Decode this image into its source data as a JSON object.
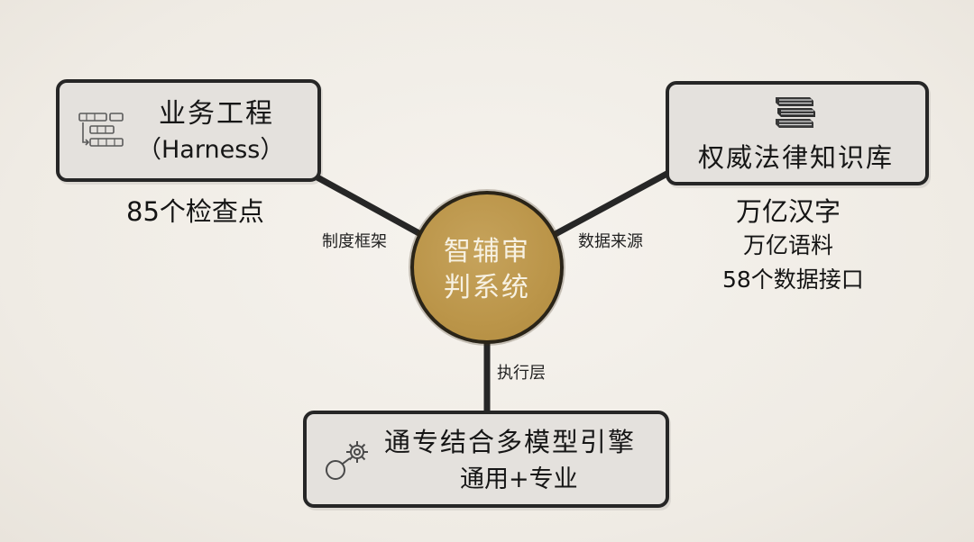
{
  "center": {
    "line1": "智辅审",
    "line2": "判系统"
  },
  "nodes": {
    "harness": {
      "title": "业务工程",
      "subtitle": "（Harness）",
      "detail": "85个检查点",
      "edge_label": "制度框架",
      "icon": "workflow-icon"
    },
    "knowledge": {
      "title": "权威法律知识库",
      "detail_1": "万亿汉字",
      "detail_2": "万亿语料",
      "detail_3": "58个数据接口",
      "edge_label": "数据来源",
      "icon": "books-icon"
    },
    "engine": {
      "title": "通专结合多模型引擎",
      "subtitle": "通用+专业",
      "edge_label": "执行层",
      "icon": "gear-icon"
    }
  },
  "colors": {
    "background": "#f3f0eb",
    "box_fill": "#e4e1dd",
    "outline": "#262626",
    "center_fill": "#bb9549",
    "center_text": "#f7f1e2"
  }
}
